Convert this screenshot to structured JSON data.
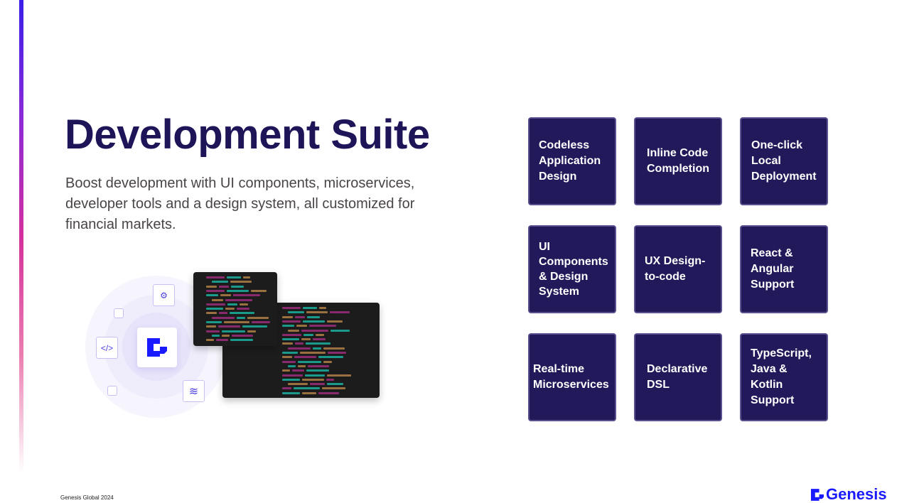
{
  "title": "Development Suite",
  "subtitle": "Boost development with UI components, microservices, developer tools and a design system, all customized for financial markets.",
  "features": [
    "Codeless Application Design",
    "Inline Code Completion",
    "One-click Local Deployment",
    "UI Components & Design System",
    "UX Design-to-code",
    "React & Angular Support",
    "Real-time Microservices",
    "Declarative DSL",
    "TypeScript, Java & Kotlin Support"
  ],
  "footer": "Genesis Global 2024",
  "brand": "Genesis",
  "colors": {
    "card": "#22195a",
    "title": "#1e1558",
    "brand": "#1a1aff"
  }
}
